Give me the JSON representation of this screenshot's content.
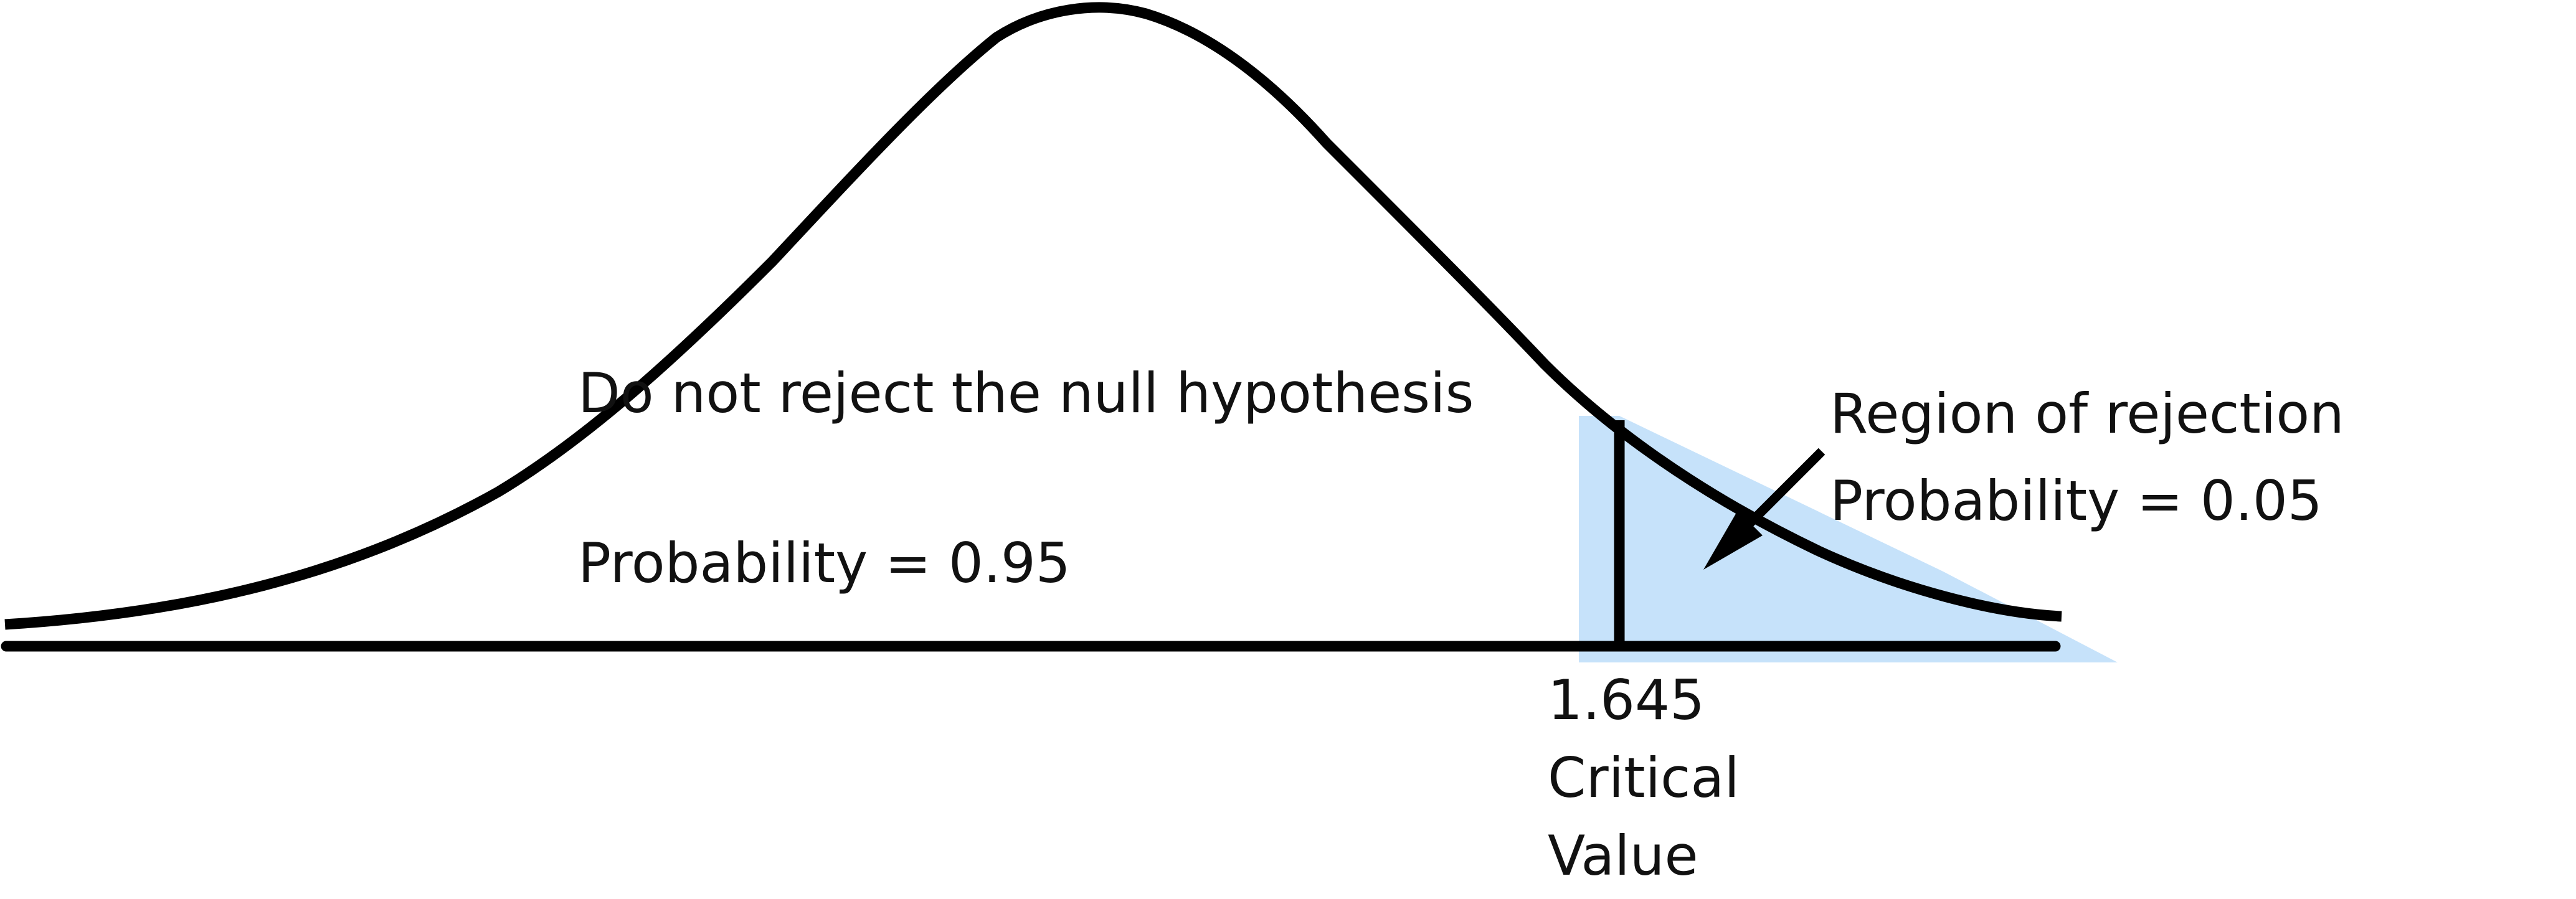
{
  "labels": {
    "accept_region": "Do not reject the null hypothesis",
    "accept_probability": "Probability = 0.95",
    "reject_region": "Region of rejection",
    "reject_probability": "Probability = 0.05",
    "critical_number": "1.645",
    "critical_word1": "Critical",
    "critical_word2": "Value"
  },
  "colors": {
    "curve": "#000000",
    "rejection_fill": "#c6e2fa",
    "text": "#111111"
  }
}
